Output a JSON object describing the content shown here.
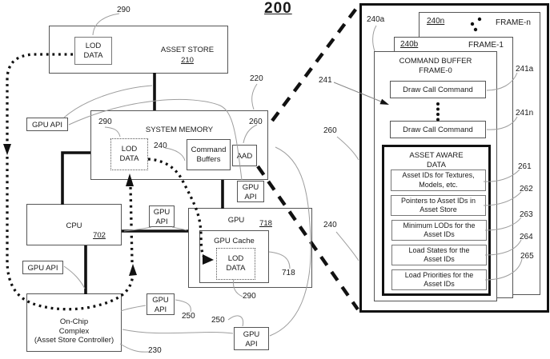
{
  "figure": {
    "title": "200"
  },
  "main": {
    "asset_store": {
      "title": "ASSET STORE",
      "ref": "210",
      "lod": "LOD\nDATA",
      "ref_lod": "290"
    },
    "system_memory": {
      "title": "SYSTEM MEMORY",
      "ref_box": "220",
      "ref_lod": "290",
      "lod": "LOD\nDATA",
      "ref_cmd": "240",
      "cmd": "Command\nBuffers",
      "aad": "AAD",
      "ref_aad": "260"
    },
    "cpu": {
      "title": "CPU",
      "ref": "702"
    },
    "onchip": {
      "title": "On-Chip\nComplex\n(Asset Store Controller)",
      "ref": "230"
    },
    "gpu": {
      "title": "GPU",
      "ref": "718",
      "cache": "GPU Cache",
      "lod": "LOD\nDATA",
      "ref_cache": "718",
      "ref_lod": "290"
    },
    "gpu_api_single": "GPU API",
    "gpu_api_double": "GPU\nAPI",
    "ref_250": "250",
    "ref_241": "241",
    "ref_240": "240",
    "ref_260": "260"
  },
  "panel": {
    "ref_240a": "240a",
    "frame_n": {
      "ref": "240n",
      "label": "FRAME-n"
    },
    "frame_1": {
      "ref": "240b",
      "label": "FRAME-1"
    },
    "frame_0": {
      "title": "COMMAND BUFFER\nFRAME-0"
    },
    "draw_call": "Draw Call Command",
    "ref_241a": "241a",
    "ref_241n": "241n",
    "aad": {
      "title": "ASSET AWARE\nDATA",
      "entries": [
        {
          "text": "Asset IDs for Textures,\nModels, etc.",
          "ref": "261"
        },
        {
          "text": "Pointers to Asset IDs in\nAsset Store",
          "ref": "262"
        },
        {
          "text": "Minimum LODs for the\nAsset IDs",
          "ref": "263"
        },
        {
          "text": "Load States for the\nAsset IDs",
          "ref": "264"
        },
        {
          "text": "Load Priorities for the\nAsset IDs",
          "ref": "265"
        }
      ]
    }
  },
  "colors": {
    "ink": "#1a1a1a",
    "leader": "#9e9e9e",
    "background": "#ffffff"
  }
}
